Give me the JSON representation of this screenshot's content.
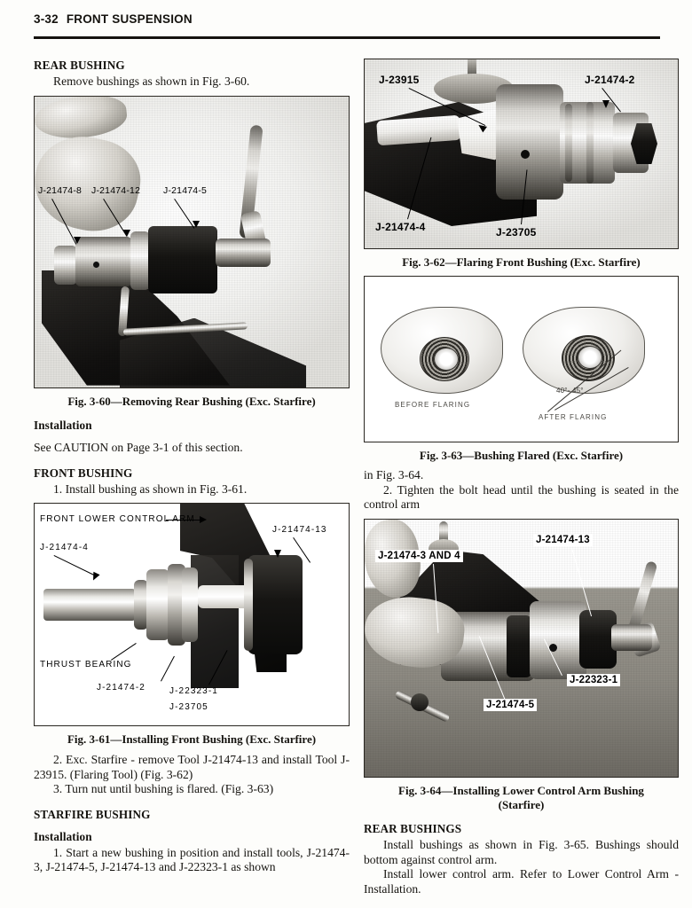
{
  "header": {
    "page_number": "3-32",
    "section_title": "FRONT SUSPENSION"
  },
  "left_column": {
    "rear_bushing_heading": "REAR BUSHING",
    "rear_bushing_text": "Remove bushings as shown in Fig. 3-60.",
    "fig_3_60": {
      "caption": "Fig. 3-60—Removing Rear Bushing (Exc. Starfire)",
      "callouts": [
        "J-21474-8",
        "J-21474-12",
        "J-21474-5"
      ]
    },
    "installation_heading": "Installation",
    "caution_text": "See CAUTION on Page 3-1 of this section.",
    "front_bushing_heading": "FRONT BUSHING",
    "front_bushing_step1": "1. Install bushing as shown in Fig. 3-61.",
    "fig_3_61": {
      "caption": "Fig. 3-61—Installing Front Bushing (Exc. Starfire)",
      "callouts": [
        "FRONT LOWER CONTROL ARM",
        "J-21474-4",
        "J-21474-13",
        "THRUST BEARING",
        "J-21474-2",
        "J-22323-1",
        "J-23705"
      ]
    },
    "step2": "2. Exc. Starfire - remove Tool J-21474-13 and install Tool J-23915. (Flaring Tool) (Fig. 3-62)",
    "step3": "3. Turn nut until bushing is flared. (Fig. 3-63)",
    "starfire_bushing_heading": "STARFIRE BUSHING",
    "starfire_installation_heading": "Installation",
    "starfire_step1": "1. Start a new bushing in position and install tools, J-21474-3, J-21474-5, J-21474-13 and J-22323-1 as shown"
  },
  "right_column": {
    "fig_3_62": {
      "caption": "Fig. 3-62—Flaring Front Bushing (Exc. Starfire)",
      "callouts": [
        "J-23915",
        "J-21474-2",
        "J-21474-4",
        "J-23705"
      ]
    },
    "fig_3_63": {
      "caption": "Fig. 3-63—Bushing Flared (Exc. Starfire)",
      "callouts": [
        "BEFORE FLARING",
        "AFTER FLARING",
        "40°- 45°"
      ]
    },
    "continuation_text": "in Fig. 3-64.",
    "step2": "2. Tighten the bolt head until the bushing is seated in the control arm",
    "fig_3_64": {
      "caption_line1": "Fig. 3-64—Installing Lower Control Arm Bushing",
      "caption_line2": "(Starfire)",
      "callouts": [
        "J-21474-3 AND 4",
        "J-21474-13",
        "J-22323-1",
        "J-21474-5"
      ]
    },
    "rear_bushings_heading": "REAR BUSHINGS",
    "rear_bushings_text1": "Install bushings as shown in Fig. 3-65. Bushings should bottom against control arm.",
    "rear_bushings_text2": "Install lower control arm. Refer to Lower Control Arm - Installation."
  },
  "colors": {
    "ink": "#15130f",
    "paper": "#fdfdfb",
    "frame": "#2a2722"
  }
}
